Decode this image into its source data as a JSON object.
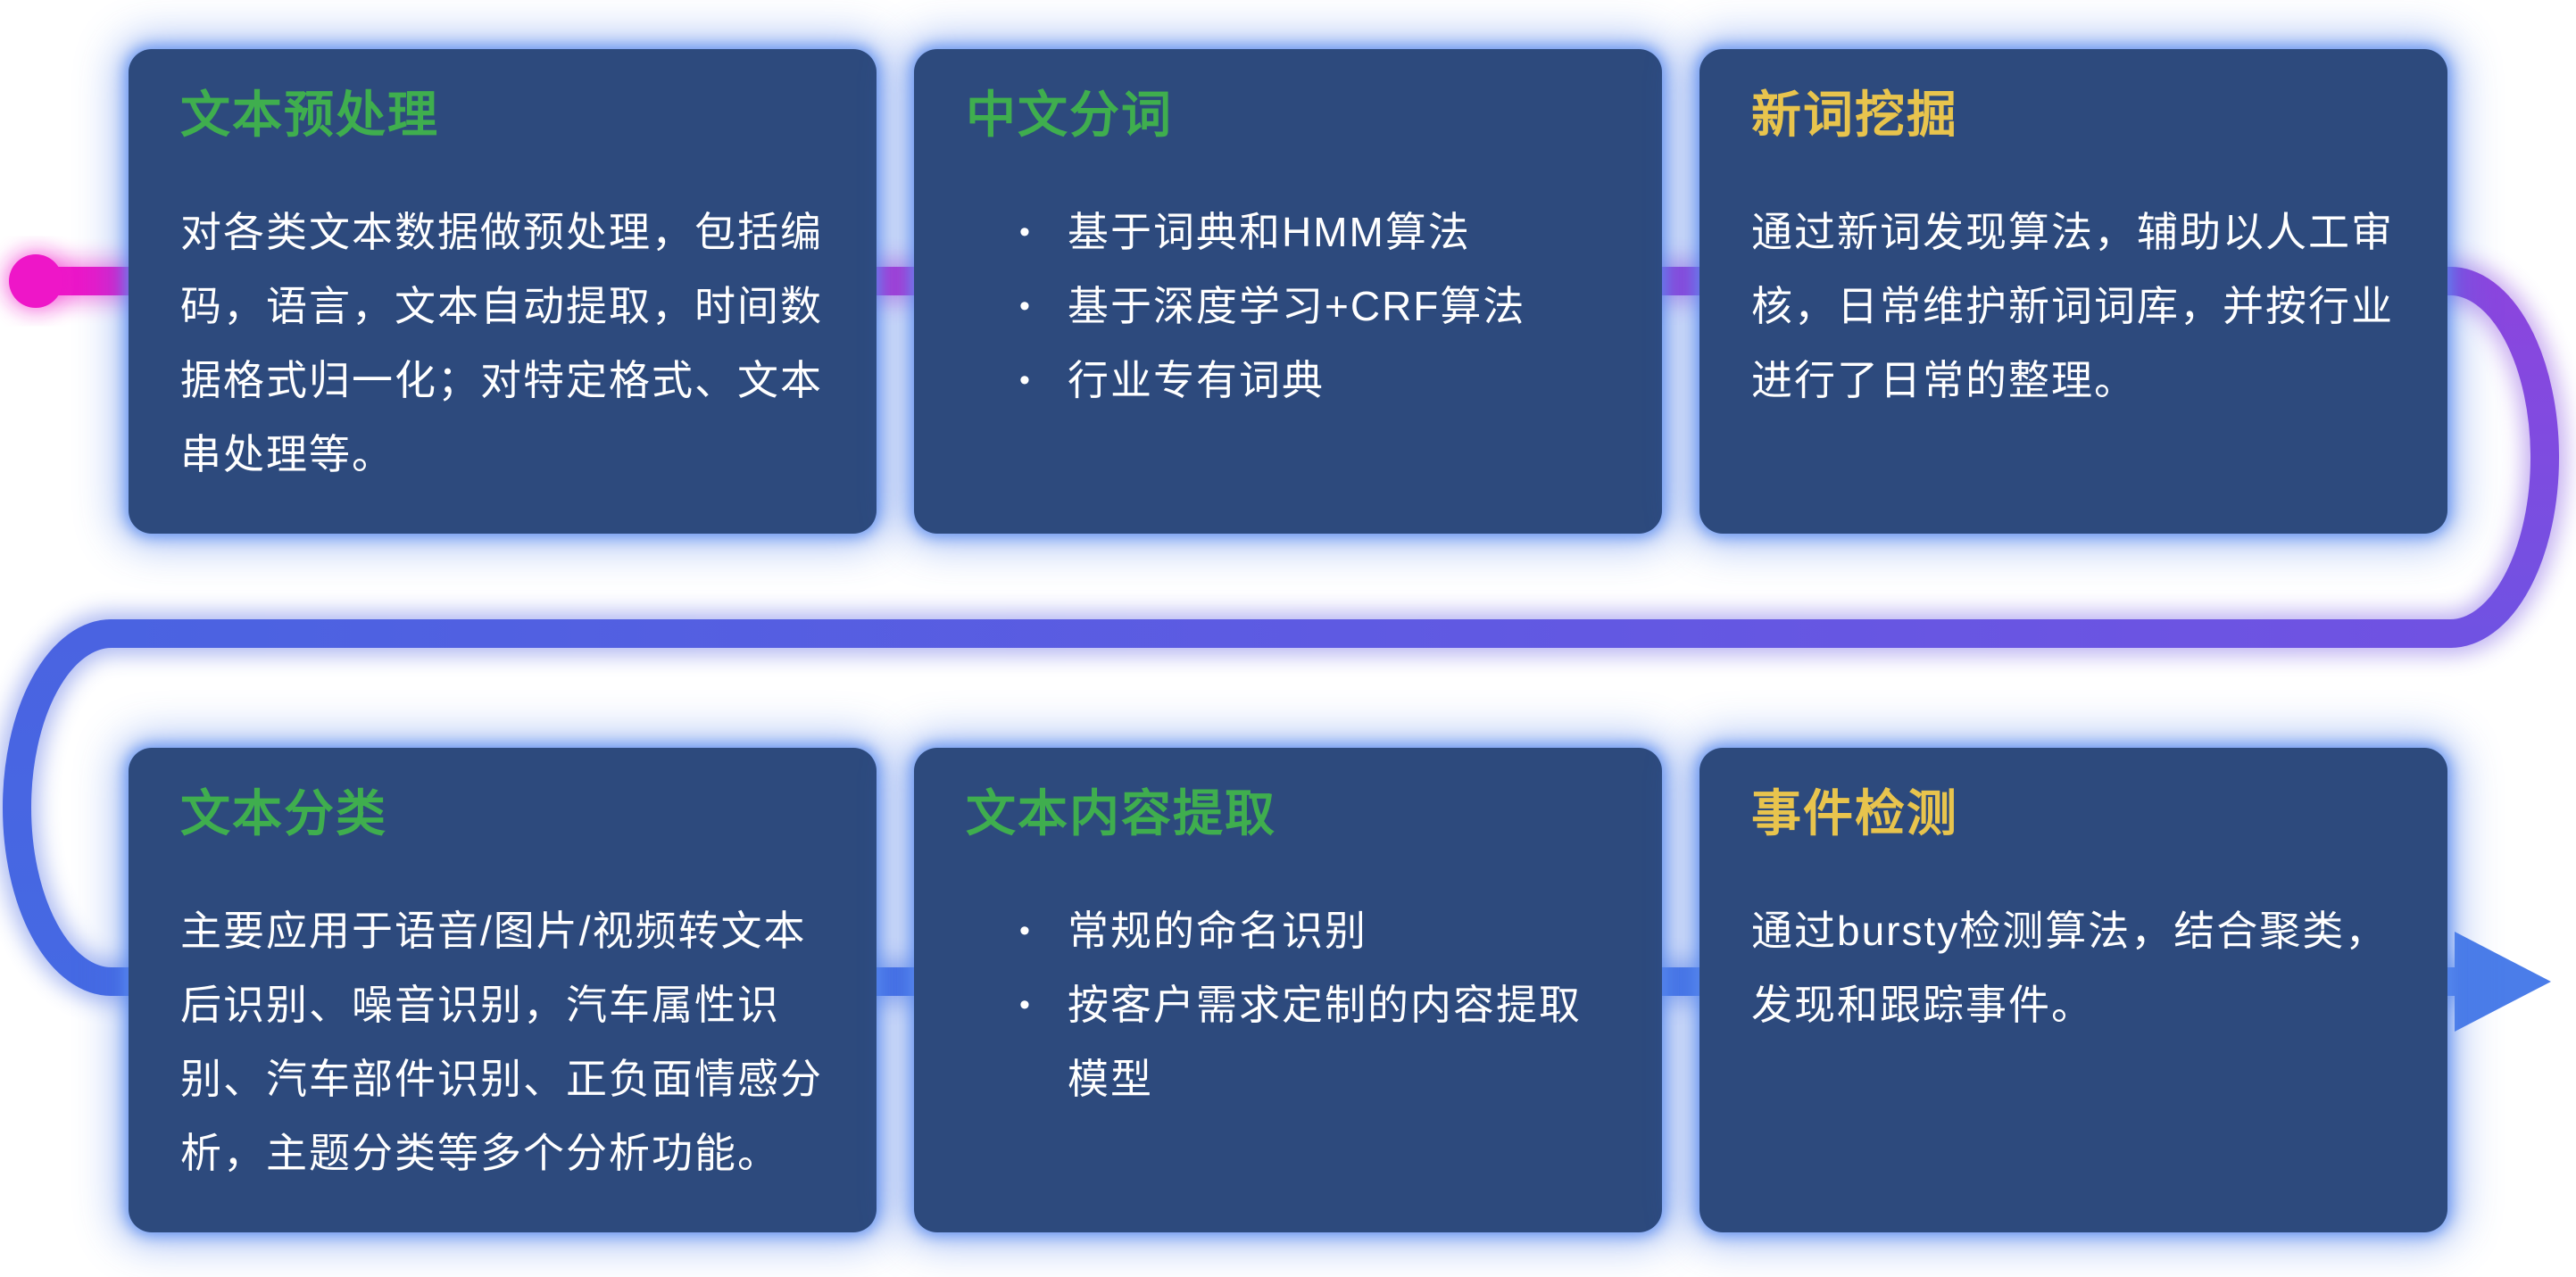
{
  "cards": [
    {
      "id": "text-preprocessing",
      "title": "文本预处理",
      "title_color": "#3fae4e",
      "body": "对各类文本数据做预处理，包括编码，语言，文本自动提取，时间数据格式归一化；对特定格式、文本串处理等。",
      "bullets": []
    },
    {
      "id": "chinese-word-segmentation",
      "title": "中文分词",
      "title_color": "#3fae4e",
      "body": "",
      "bullets": [
        "基于词典和HMM算法",
        "基于深度学习+CRF算法",
        "行业专有词典"
      ]
    },
    {
      "id": "new-word-mining",
      "title": "新词挖掘",
      "title_color": "#e8c44d",
      "body": "通过新词发现算法，辅助以人工审核，日常维护新词词库，并按行业进行了日常的整理。",
      "bullets": []
    },
    {
      "id": "text-classification",
      "title": "文本分类",
      "title_color": "#3fae4e",
      "body": "主要应用于语音/图片/视频转文本后识别、噪音识别，汽车属性识别、汽车部件识别、正负面情感分析，主题分类等多个分析功能。",
      "bullets": []
    },
    {
      "id": "text-content-extraction",
      "title": "文本内容提取",
      "title_color": "#3fae4e",
      "body": "",
      "bullets": [
        "常规的命名识别",
        "按客户需求定制的内容提取模型"
      ]
    },
    {
      "id": "event-detection",
      "title": "事件检测",
      "title_color": "#e8c44d",
      "body": "通过bursty检测算法，结合聚类，发现和跟踪事件。",
      "bullets": []
    }
  ],
  "bullet_glyph": "•",
  "flow": {
    "direction": "serpentine-left-to-right-top-to-bottom",
    "start_marker": "dot",
    "end_marker": "arrow-right"
  },
  "colors": {
    "card_bg": "#2d4a7d",
    "glow": "#4d7ee8",
    "title_green": "#3fae4e",
    "title_yellow": "#e8c44d",
    "body_text": "#ffffff",
    "flow_start": "#ee16c8",
    "flow_mid": "#8c45de",
    "flow_end": "#4b7de9",
    "page_bg": "#ffffff"
  }
}
